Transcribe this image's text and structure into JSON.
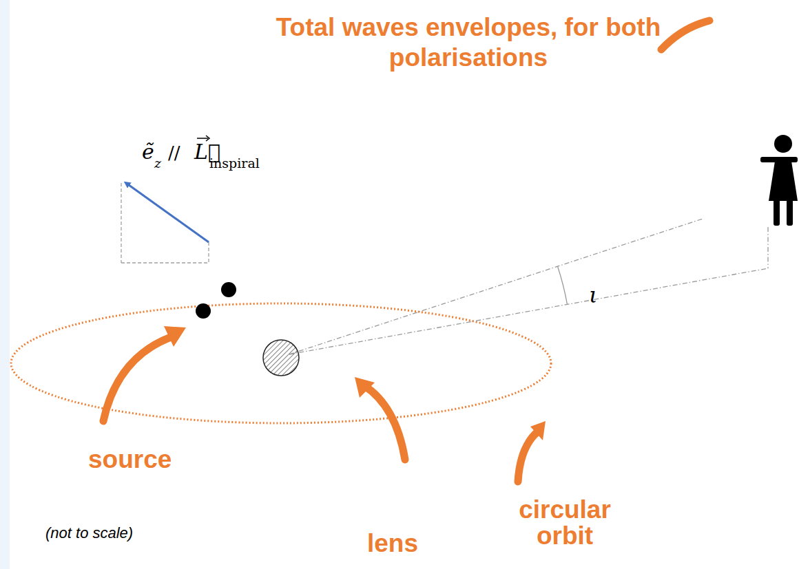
{
  "diagram": {
    "labels": [
      "Total waves envelopes, for both polarisations",
      "ẽ",
      "z",
      "//",
      "L⃗",
      "inspiral",
      "ι",
      "source",
      "(not to scale)",
      "lens",
      "circular orbit"
    ]
  }
}
